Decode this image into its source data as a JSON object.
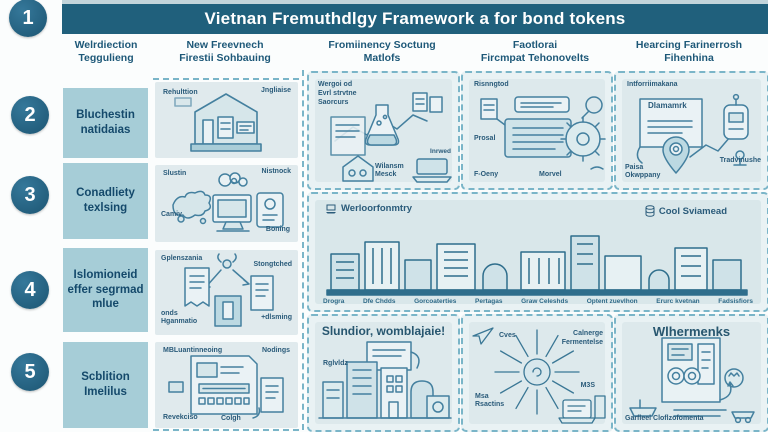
{
  "title": "Vietnan Fremuthdlgy Framework a for bond tokens",
  "steps": [
    "1",
    "2",
    "3",
    "4",
    "5"
  ],
  "headers": [
    "Welrdiection\nTeggulieng",
    "New Freevnech\nFirestii Sohbauing",
    "Fromiinency Soctung\nMatlofs",
    "Faotlorai\nFircmpat Tehonovelts",
    "Hearcing Farinerrosh\nFihenhina"
  ],
  "left_labels": [
    "Bluchestin\nnatidaias",
    "Conadliety\ntexlsing",
    "Islomioneid\neffer segrmad\nmlue",
    "Scblition\nImelilus"
  ],
  "col2": {
    "p1": {
      "tl": "Rehulttion",
      "tr": "Jngliaise"
    },
    "p2": {
      "tl": "Slustin",
      "tr": "Nistnock",
      "ml": "Camiv",
      "br": "Boning"
    },
    "p3": {
      "tl": "Gplenszania",
      "tr": "Stongtched",
      "bl": "onds\nHganmatio",
      "br": "+dlsming"
    },
    "p4": {
      "tl": "MBLuantinneoing",
      "tr": "Nodings",
      "bl": "Revekciso",
      "bc": "Colgh"
    }
  },
  "panel_a": {
    "caption": "Wergoi od\nEvrl strvtne\nSaorcurs",
    "person": "Wilansm\nMesck",
    "laptop": "Inrwed"
  },
  "panel_b": {
    "tl": "Risnngtod",
    "ml": "Prosal",
    "bl": "F-Oeny",
    "bc": "Morvel"
  },
  "panel_c": {
    "tl": "Intforriimakana",
    "doc": "Dlamamrk",
    "bl": "Paisa\nOkwppany",
    "br": "Tradvinushe"
  },
  "middle": {
    "left_title": "Werloorfonmtry",
    "right_title": "Cool Sviamead",
    "bottom_labels": [
      "Drogra",
      "Dfe Chdds",
      "Gorcoaterties",
      "Pertagas",
      "Graw Celeshds",
      "Optent zuevlhon",
      "Erurc kvetnan",
      "Fadsisfiors"
    ]
  },
  "panel_d": {
    "title": "Slundior, womblajaie!",
    "ml": "Rglvldz"
  },
  "panel_e": {
    "tl": "Cves",
    "tr": "Calnerge\nFermentelse",
    "r": "M3S",
    "bl": "Msa\nRsactins"
  },
  "panel_f": {
    "title": "Wlhermenks",
    "bl": "Garfleel Cloflzofomenta"
  },
  "icons": {
    "workflow": "laptop-icon",
    "storage": "database-icon"
  },
  "colors": {
    "title_bar": "#20607c",
    "accent": "#7ab5c8",
    "box": "#a6cdd7",
    "ink": "#44809f"
  }
}
